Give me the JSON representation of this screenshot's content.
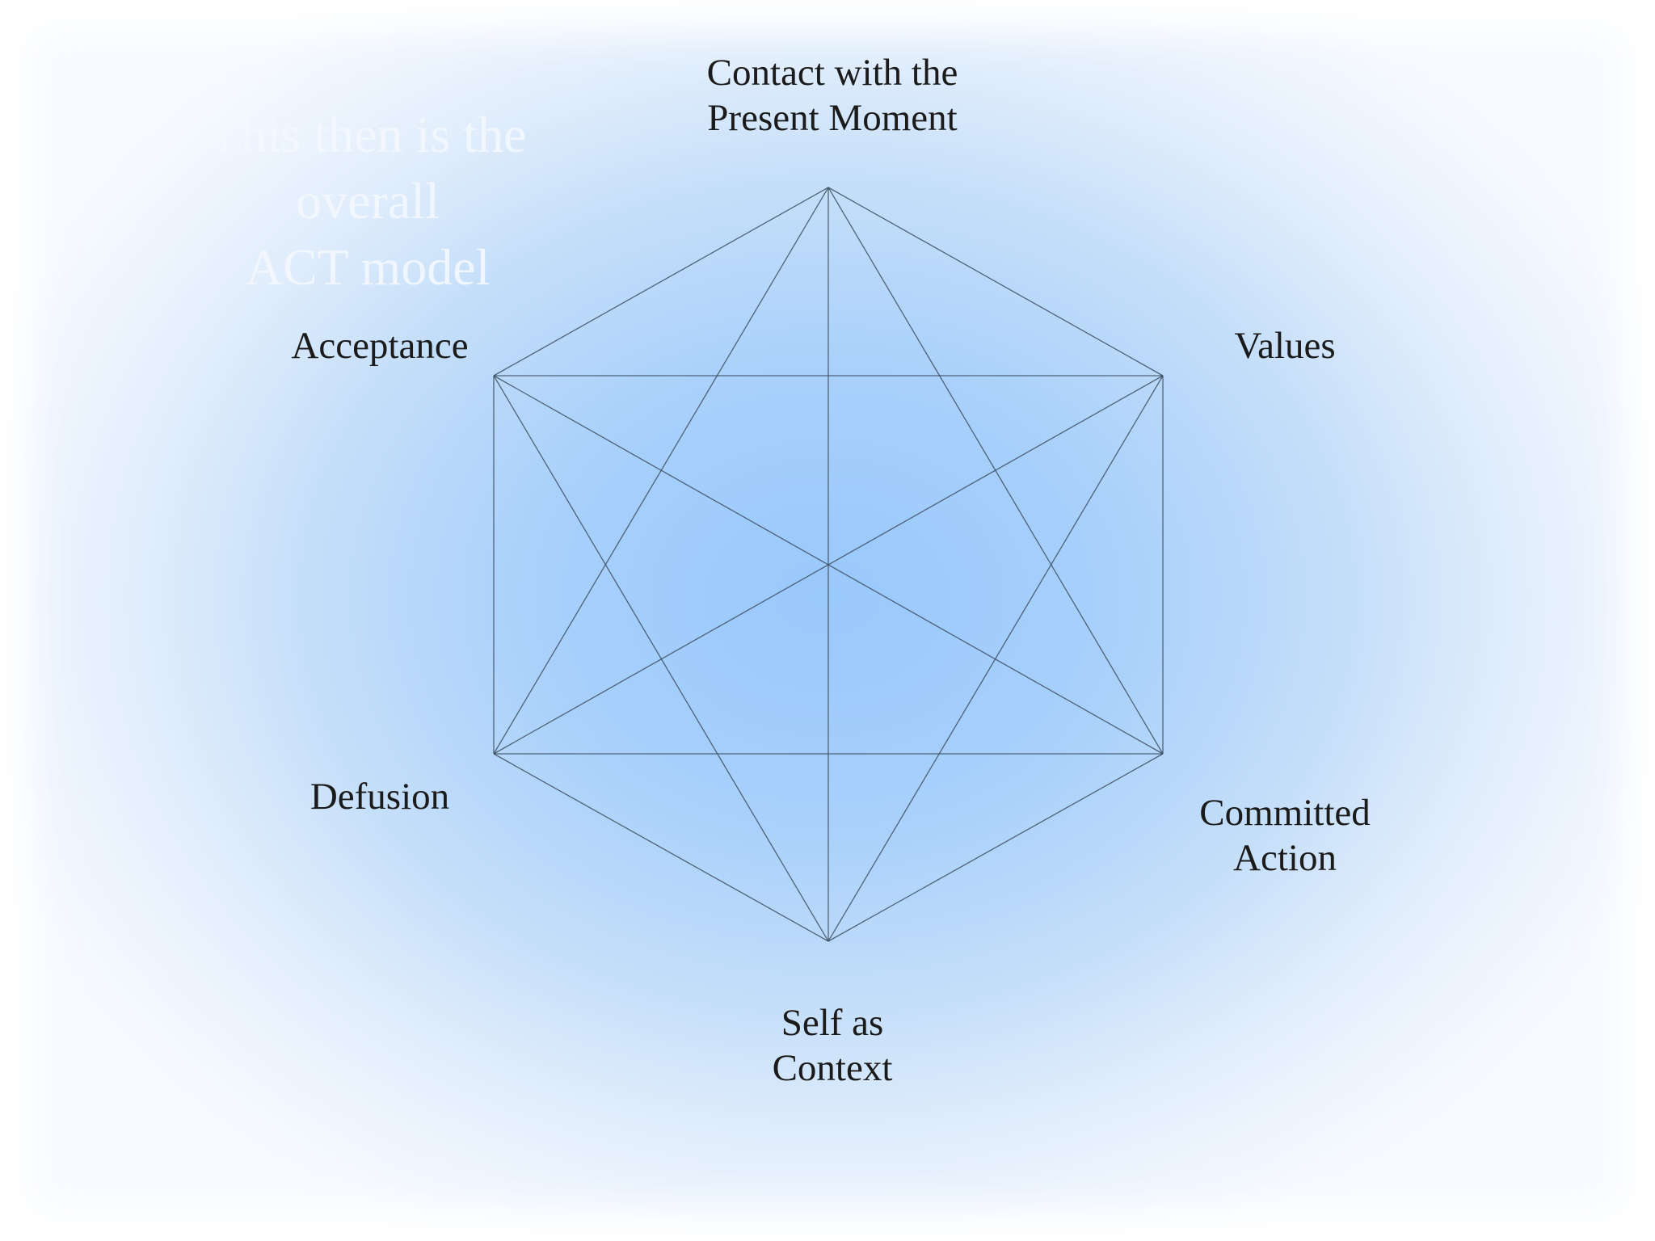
{
  "title": "This then is the\noverall\nACT model",
  "nodes": {
    "top": "Contact with the\nPresent Moment",
    "upper_right": "Values",
    "lower_right": "Committed\nAction",
    "bottom": "Self as\nContext",
    "lower_left": "Defusion",
    "upper_left": "Acceptance"
  },
  "colors": {
    "edge": "#3c4f62",
    "label": "#1b1b1b",
    "title": "#f4f8ff",
    "background_center": "#99c8fb"
  }
}
